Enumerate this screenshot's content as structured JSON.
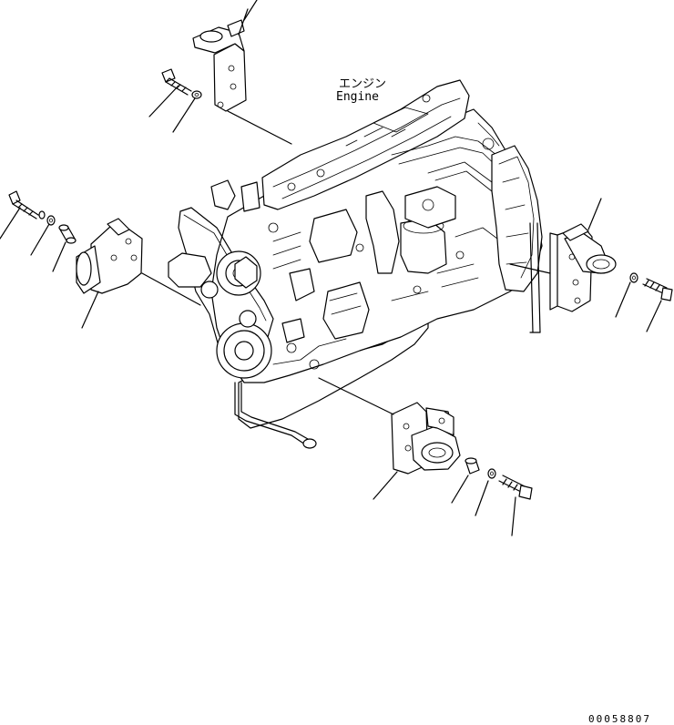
{
  "diagram": {
    "engine_label_jp": "エンジン",
    "engine_label_en": "Engine",
    "drawing_code": "00058807"
  }
}
